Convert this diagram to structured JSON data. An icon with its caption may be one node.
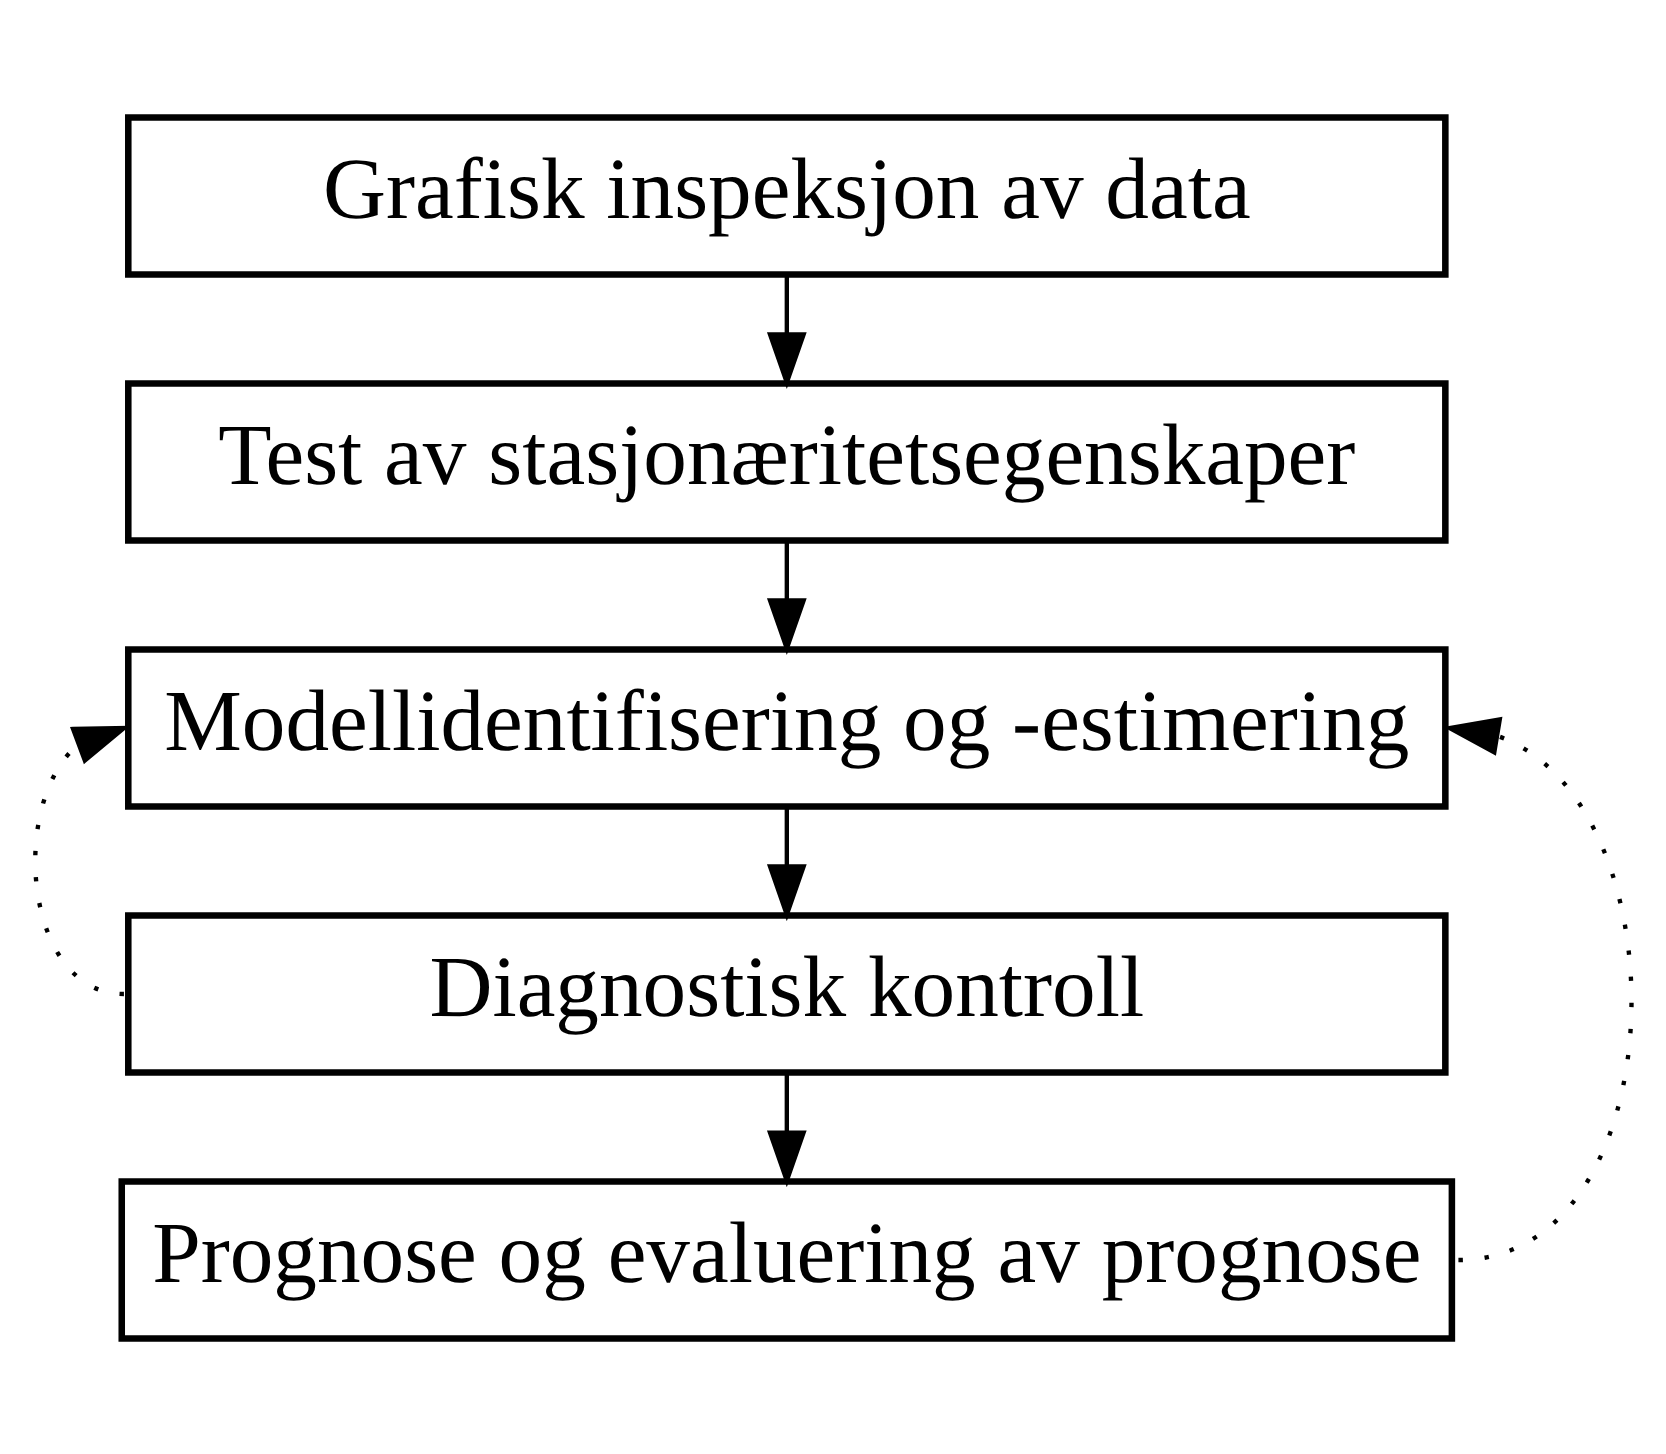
{
  "diagram": {
    "nodes": [
      {
        "text": [
          "Grafisk inspeksjon av data"
        ]
      },
      {
        "text": [
          "Test av stasjonæritetsegenskaper"
        ]
      },
      {
        "text": [
          "Modellidentifisering og -estimering"
        ]
      },
      {
        "text": [
          "Diagnostisk kontroll"
        ]
      },
      {
        "text": [
          "Prognose og evaluering av prognose"
        ]
      }
    ],
    "edges": [
      {
        "from": 0,
        "to": 1,
        "arrow": "to"
      },
      {
        "from": 1,
        "to": 2,
        "arrow": "to"
      },
      {
        "from": 2,
        "to": 3,
        "arrow": "to"
      },
      {
        "from": 3,
        "to": 4,
        "arrow": "to"
      },
      {
        "from": 3,
        "to": 2,
        "arrow": "to",
        "style": "dashed"
      },
      {
        "from": 4,
        "to": 2,
        "arrow": "to",
        "style": "dashed"
      }
    ]
  }
}
